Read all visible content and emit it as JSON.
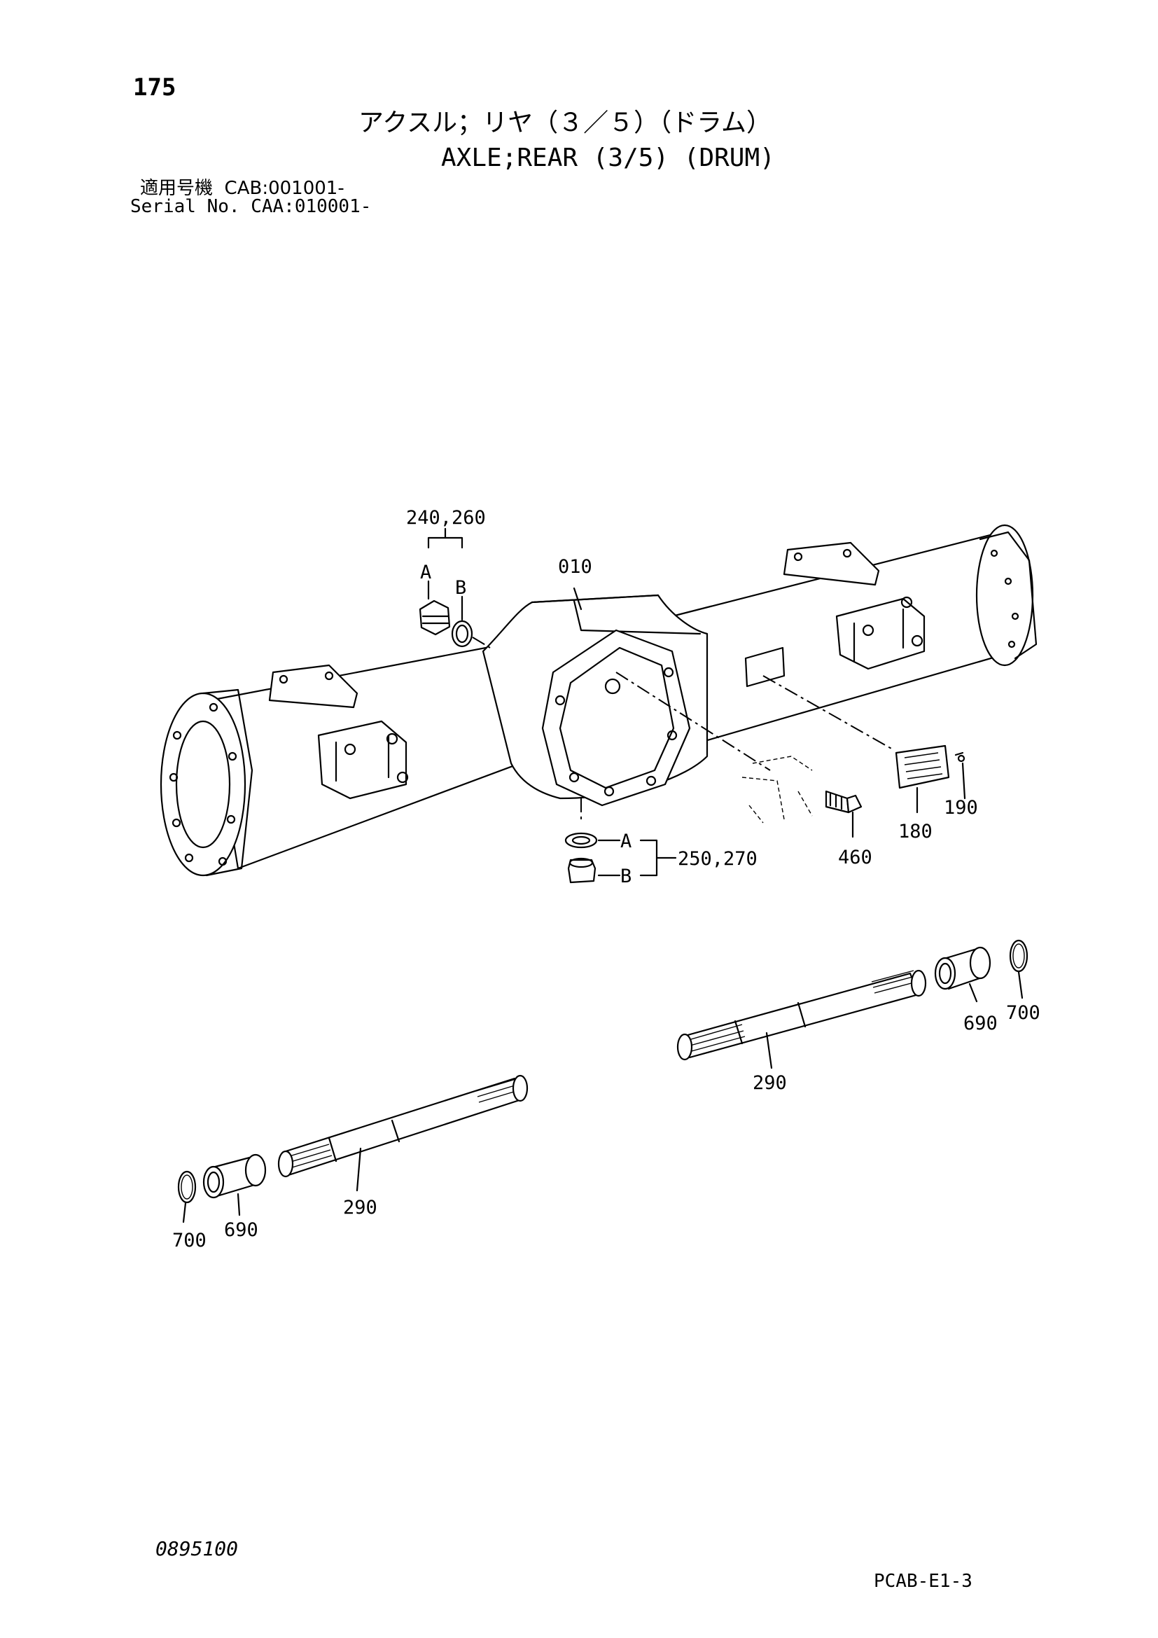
{
  "page_number": "175",
  "title_jp": "アクスル；リヤ（３／５）（ドラム）",
  "title_en": "AXLE;REAR (3/5) (DRUM)",
  "serial_label_jp": "適用号機",
  "serial_value_1": "CAB:001001-",
  "serial_label_en": "Serial No.",
  "serial_value_2": "CAA:010001-",
  "doc_code": "0895100",
  "plate_code": "PCAB-E1-3",
  "callouts": {
    "c240_260": "240,260",
    "c010": "010",
    "cA_top": "A",
    "cB_top": "B",
    "cA_bot": "A",
    "cB_bot": "B",
    "c250_270": "250,270",
    "c460": "460",
    "c180": "180",
    "c190": "190",
    "c290_right": "290",
    "c690_right": "690",
    "c700_right": "700",
    "c290_left": "290",
    "c690_left": "690",
    "c700_left": "700"
  }
}
